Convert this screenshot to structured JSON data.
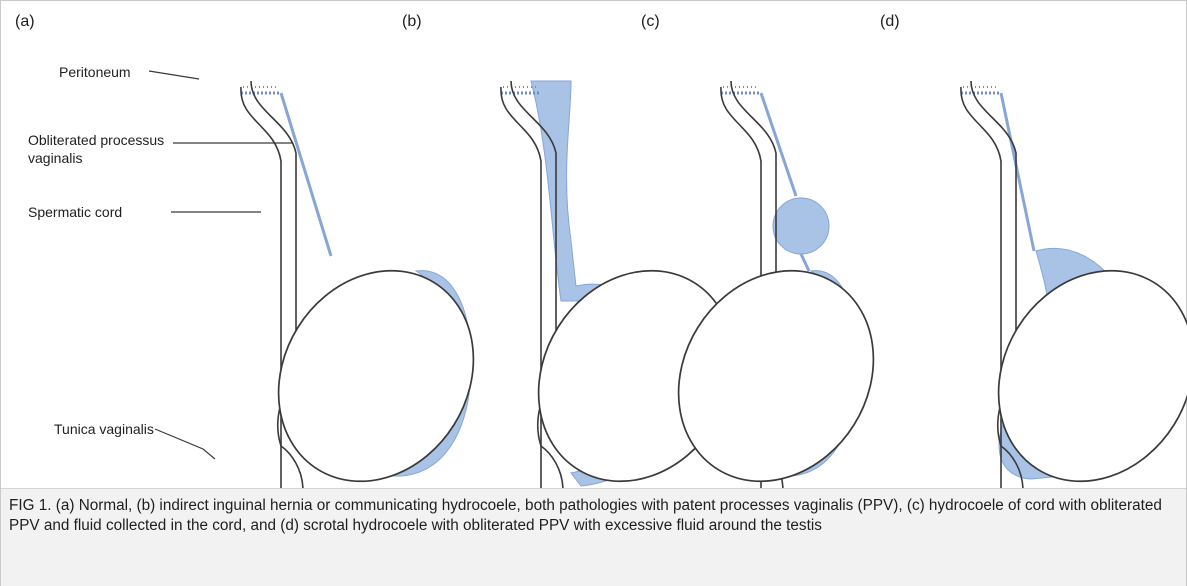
{
  "panels": [
    {
      "label": "(a)"
    },
    {
      "label": "(b)"
    },
    {
      "label": "(c)"
    },
    {
      "label": "(d)"
    }
  ],
  "annotations": {
    "peritoneum": "Peritoneum",
    "obliterated_line1": "Obliterated processus",
    "obliterated_line2": "vaginalis",
    "spermatic_cord": "Spermatic cord",
    "tunica_vaginalis": "Tunica vaginalis"
  },
  "caption": "FIG 1.  (a) Normal, (b) indirect inguinal hernia or communicating hydrocoele, both pathologies with patent processes vaginalis (PPV), (c) hydrocoele of cord with obliterated PPV and fluid collected in the cord, and (d) scrotal hydrocoele with obliterated PPV with excessive fluid around the testis",
  "colors": {
    "fluid": "#a9c3e6",
    "fluid_edge": "#86a6d6",
    "outline": "#3a3a3a"
  }
}
